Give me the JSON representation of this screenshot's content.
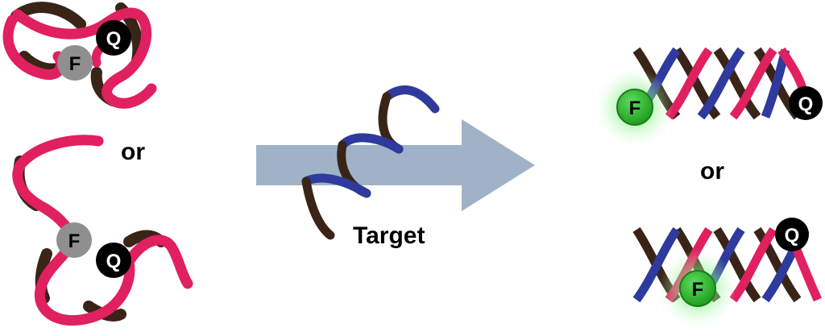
{
  "labels": {
    "or_left": "or",
    "or_right": "or",
    "target": "Target"
  },
  "badges": {
    "fluorophore": "F",
    "quencher": "Q"
  },
  "colors": {
    "probe_ribbon": "#e0205f",
    "probe_ribbon_back": "#3a2418",
    "target_strand": "#2e3a9c",
    "target_strand_back": "#3a2418",
    "arrow": "#9fb2c8",
    "fluorophore_quenched": "#8f8f8f",
    "fluorophore_active": "#2db82d",
    "fluorophore_glow": "#7df27d",
    "quencher": "#000000"
  },
  "icons": {
    "reaction_arrow": "arrow-right-icon"
  }
}
